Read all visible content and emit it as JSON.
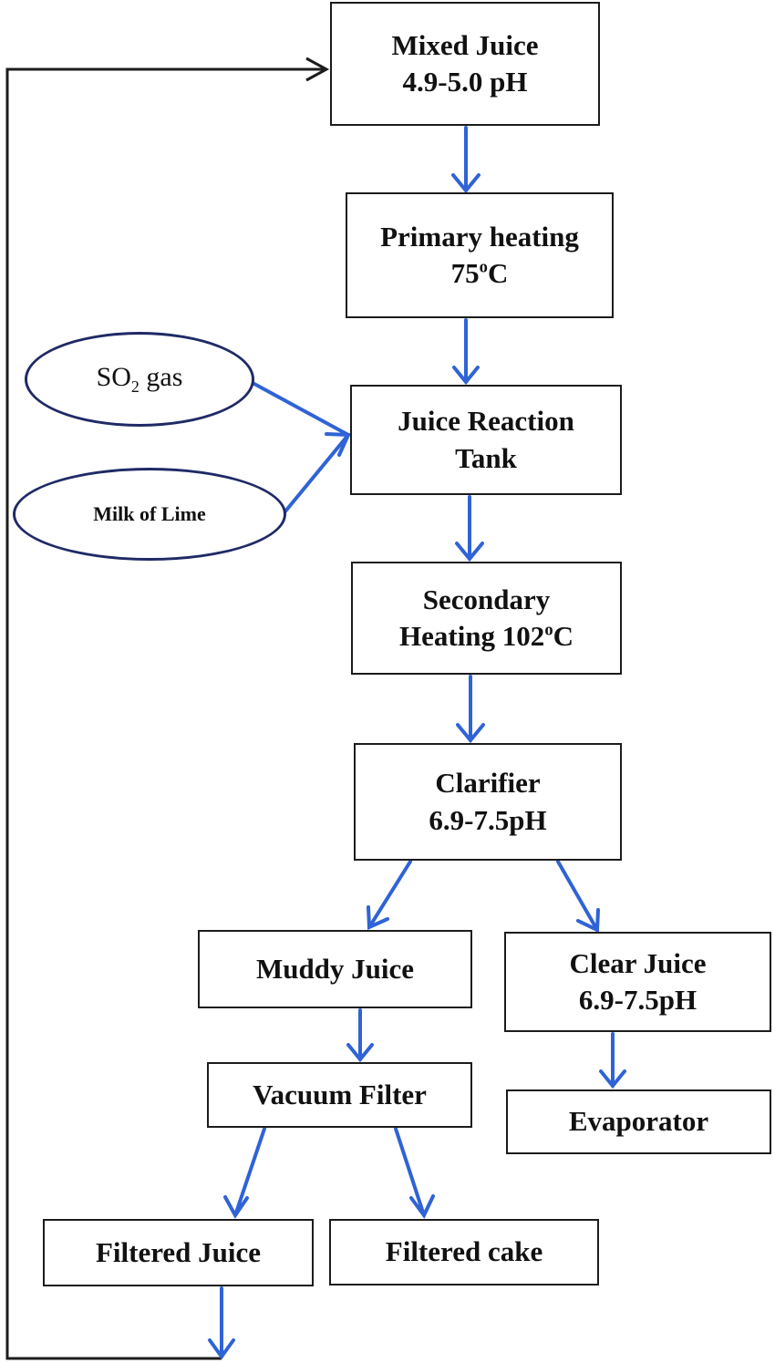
{
  "nodes": {
    "mixed_juice": {
      "line1": "Mixed Juice",
      "line2": "4.9-5.0 pH"
    },
    "primary_heating": {
      "line1": "Primary heating",
      "line2_num": "75",
      "line2_deg": "o",
      "line2_unit": "C"
    },
    "so2": {
      "pre": "SO",
      "sub": "2",
      "post": " gas"
    },
    "milk_of_lime": {
      "label": "Milk of Lime"
    },
    "reaction_tank": {
      "line1": "Juice Reaction",
      "line2": "Tank"
    },
    "secondary_heating": {
      "line1": "Secondary",
      "line2_num": "Heating 102",
      "line2_deg": "o",
      "line2_unit": "C"
    },
    "clarifier": {
      "line1": "Clarifier",
      "line2": "6.9-7.5pH"
    },
    "muddy_juice": {
      "label": "Muddy Juice"
    },
    "clear_juice": {
      "line1": "Clear Juice",
      "line2": "6.9-7.5pH"
    },
    "vacuum_filter": {
      "label": "Vacuum Filter"
    },
    "evaporator": {
      "label": "Evaporator"
    },
    "filtered_juice": {
      "label": "Filtered Juice"
    },
    "filtered_cake": {
      "label": "Filtered cake"
    }
  },
  "colors": {
    "arrow": "#2f63d6",
    "ellipse_border": "#1f2a66",
    "box_border": "#1c1c1c",
    "return_line": "#1c1c1c"
  }
}
